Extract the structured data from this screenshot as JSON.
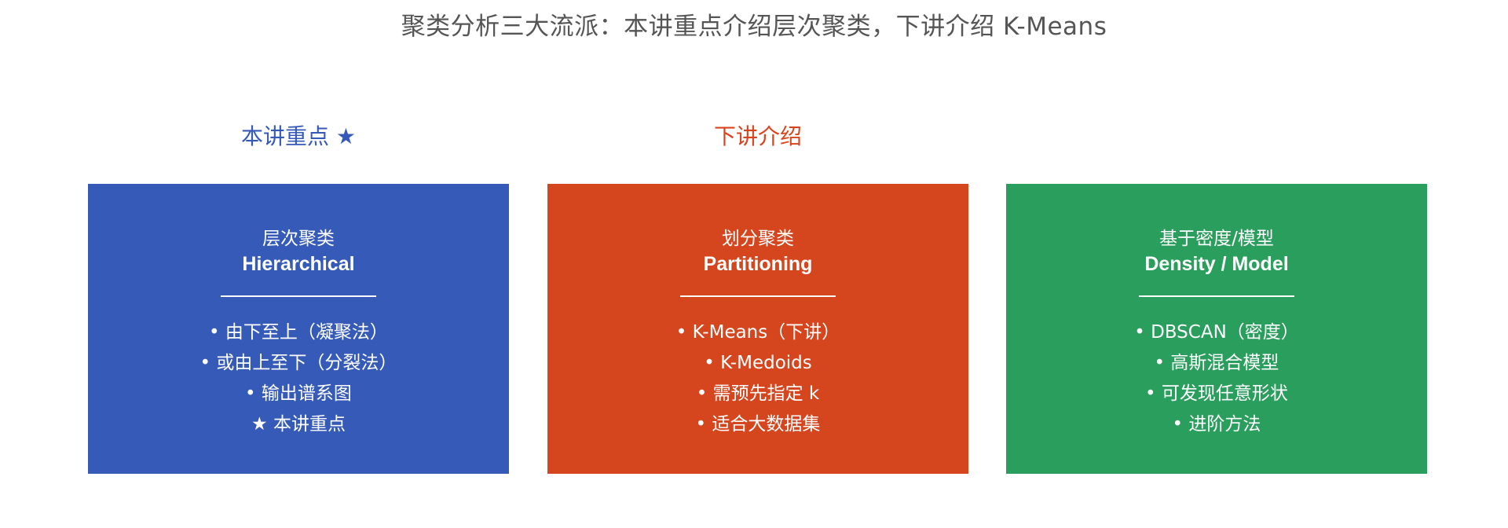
{
  "title": "聚类分析三大流派：本讲重点介绍层次聚类，下讲介绍 K-Means",
  "column_labels": {
    "focus": "本讲重点 ★",
    "next": "下讲介绍"
  },
  "colors": {
    "blue": "#355ab8",
    "red": "#d6461e",
    "green": "#2a9e5c",
    "title_gray": "#555555"
  },
  "cards": [
    {
      "title_zh": "层次聚类",
      "title_en": "Hierarchical",
      "items": [
        "• 由下至上（凝聚法）",
        "• 或由上至下（分裂法）",
        "• 输出谱系图",
        "★ 本讲重点"
      ]
    },
    {
      "title_zh": "划分聚类",
      "title_en": "Partitioning",
      "items": [
        "• K-Means（下讲）",
        "• K-Medoids",
        "• 需预先指定 k",
        "• 适合大数据集"
      ]
    },
    {
      "title_zh": "基于密度/模型",
      "title_en": "Density / Model",
      "items": [
        "• DBSCAN（密度）",
        "• 高斯混合模型",
        "• 可发现任意形状",
        "• 进阶方法"
      ]
    }
  ]
}
